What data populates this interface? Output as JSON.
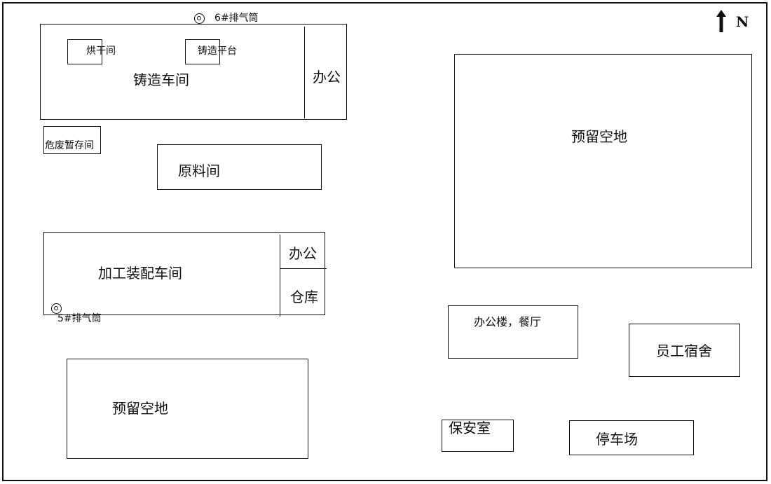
{
  "compass": {
    "letter": "N",
    "icon": "north-arrow-icon"
  },
  "stacks": {
    "stack6_label": "6#排气筒",
    "stack5_label": "5#排气筒",
    "icon": "exhaust-stack-icon"
  },
  "buildings": {
    "casting_workshop": "铸造车间",
    "drying_room": "烘干间",
    "casting_platform": "铸造平台",
    "office_top": "办公",
    "hazwaste_storage": "危废暂存间",
    "raw_material": "原料间",
    "assembly_workshop": "加工装配车间",
    "office_mid": "办公",
    "warehouse": "仓库",
    "reserved_land_bottom": "预留空地",
    "reserved_land_right": "预留空地",
    "office_building": "办公楼，餐厅",
    "dormitory": "员工宿舍",
    "security_room": "保安室",
    "parking": "停车场"
  }
}
